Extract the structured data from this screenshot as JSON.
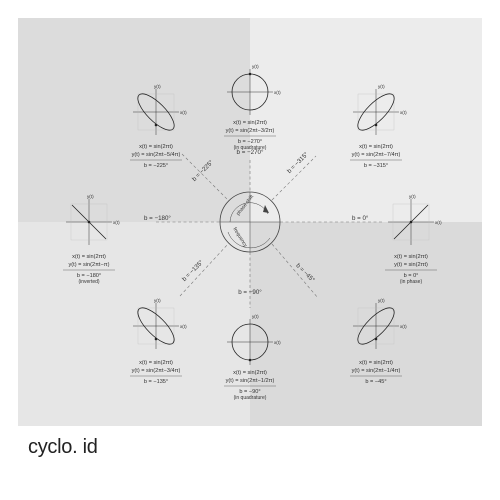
{
  "brand": "cyclo. id",
  "center_labels": {
    "phase_shift": "phase shift",
    "frequency": "frequency"
  },
  "phase_labels": {
    "p0": "b = 0°",
    "n45": "b = −45°",
    "n90": "b = −90°",
    "n135": "b = −135°",
    "n180": "b = −180°",
    "n225": "b = −225°",
    "n270": "b = −270°",
    "n315": "b = −315°"
  },
  "axis_labels": {
    "x": "x(t)",
    "y": "y(t)"
  },
  "panels": {
    "top": {
      "x_eq": "x(t) = sin(2πt)",
      "y_eq": "y(t) = sin(2πt−3/2π)",
      "b": "b = −270°",
      "note": "(in quadrature)"
    },
    "top_left": {
      "x_eq": "x(t) = sin(2πt)",
      "y_eq": "y(t) = sin(2πt−5/4π)",
      "b": "b = −225°"
    },
    "top_right": {
      "x_eq": "x(t) = sin(2πt)",
      "y_eq": "y(t) = sin(2πt−7/4π)",
      "b": "b = −315°"
    },
    "left": {
      "x_eq": "x(t) = sin(2πt)",
      "y_eq": "y(t) = sin(2πt−π)",
      "b": "b = −180°",
      "note": "(inverted)"
    },
    "right": {
      "x_eq": "x(t) = sin(2πt)",
      "y_eq": "y(t) = sin(2πt)",
      "b": "b = 0°",
      "note": "(in phase)"
    },
    "bottom_left": {
      "x_eq": "x(t) = sin(2πt)",
      "y_eq": "y(t) = sin(2πt−3/4π)",
      "b": "b = −135°"
    },
    "bottom": {
      "x_eq": "x(t) = sin(2πt)",
      "y_eq": "y(t) = sin(2πt−1/2π)",
      "b": "b = −90°",
      "note": "(in quadrature)"
    },
    "bottom_right": {
      "x_eq": "x(t) = sin(2πt)",
      "y_eq": "y(t) = sin(2πt−1/4π)",
      "b": "b = −45°"
    }
  }
}
